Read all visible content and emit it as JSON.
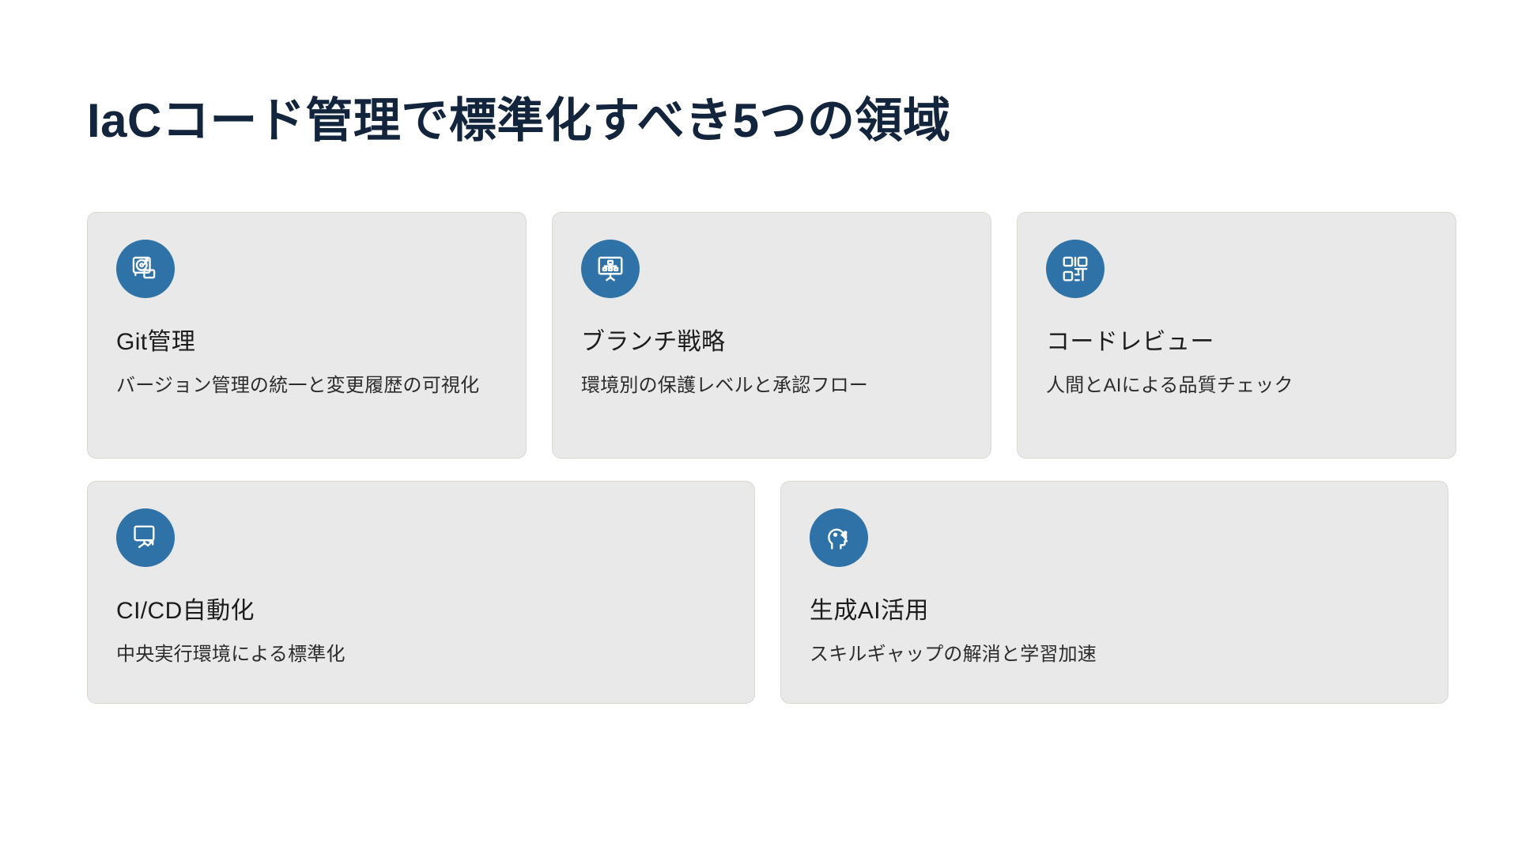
{
  "slide": {
    "title": "IaCコード管理で標準化すべき5つの領域",
    "accent_color": "#2e72a7",
    "title_color": "#12253d",
    "card_bg_color": "#e9e9e9",
    "card_border_color": "#dcd8d0",
    "background_color": "#ffffff"
  },
  "cards": [
    {
      "icon": "record-disk-icon",
      "title": "Git管理",
      "description": "バージョン管理の統一と変更履歴の可視化"
    },
    {
      "icon": "org-chart-board-icon",
      "title": "ブランチ戦略",
      "description": "環境別の保護レベルと承認フロー"
    },
    {
      "icon": "qr-code-icon",
      "title": "コードレビュー",
      "description": "人間とAIによる品質チェック"
    },
    {
      "icon": "monitor-growth-arrow-icon",
      "title": "CI/CD自動化",
      "description": "中央実行環境による標準化"
    },
    {
      "icon": "ai-head-icon",
      "title": "生成AI活用",
      "description": "スキルギャップの解消と学習加速"
    }
  ]
}
